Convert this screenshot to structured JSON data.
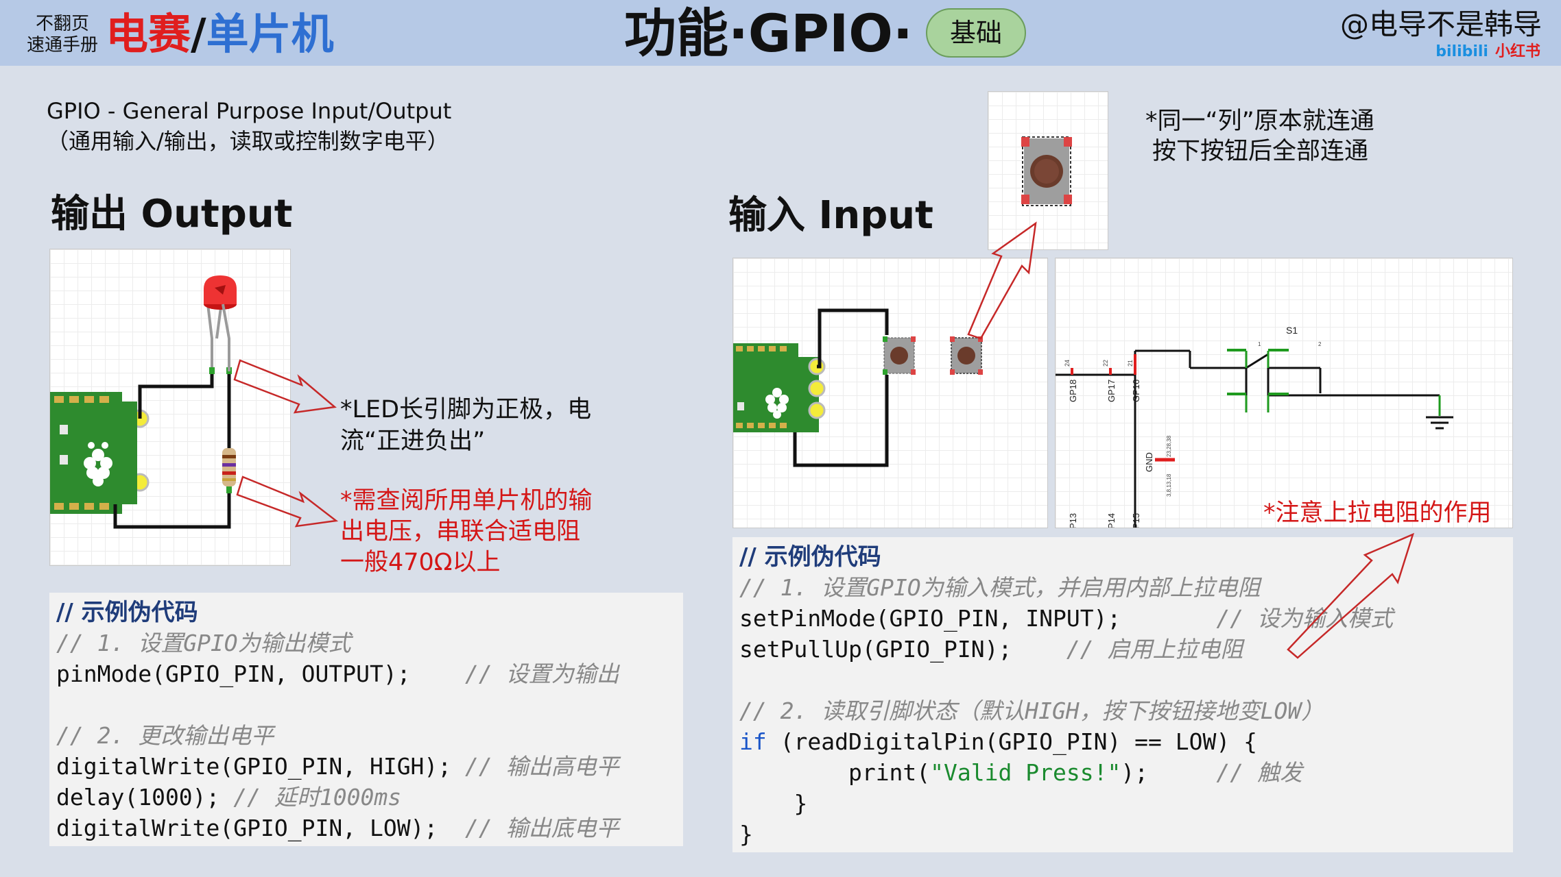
{
  "header": {
    "brand_small_1": "不翻页",
    "brand_small_2": "速通手册",
    "brand_part1": "电赛",
    "brand_sep": "/",
    "brand_part2": "单片机",
    "title": "功能·GPIO·",
    "level_badge": "基础",
    "author": "@电导不是韩导",
    "platform_1": "bilibili",
    "platform_2": "小红书"
  },
  "intro": {
    "gpio_def": "GPIO - General Purpose Input/Output",
    "gpio_def_cn": "（通用输入/输出，读取或控制数字电平）"
  },
  "output": {
    "title": "输出 Output",
    "note_led_1": "*LED长引脚为正极，电",
    "note_led_2": "流“正进负出”",
    "note_res_1": "*需查阅所用单片机的输",
    "note_res_2": "出电压，串联合适电阻",
    "note_res_3": "一般470Ω以上",
    "code": {
      "header": "// 示例伪代码",
      "c1": "// 1. 设置GPIO为输出模式",
      "l1": "pinMode(GPIO_PIN, OUTPUT);",
      "l1c": "// 设置为输出",
      "c2": "// 2. 更改输出电平",
      "l2": "digitalWrite(GPIO_PIN, HIGH);",
      "l2c": "// 输出高电平",
      "l3": "delay(1000);",
      "l3c": "// 延时1000ms",
      "l4": "digitalWrite(GPIO_PIN, LOW);",
      "l4c": "// 输出底电平"
    }
  },
  "input": {
    "title": "输入 Input",
    "note_btn_1": "*同一“列”原本就连通",
    "note_btn_2": "按下按钮后全部连通",
    "note_pullup": "*注意上拉电阻的作用",
    "schematic": {
      "switch_label": "S1",
      "pin_gp18": "GP18",
      "pin_gp17": "GP17",
      "pin_gp16": "GP16",
      "pin_num_24": "24",
      "pin_num_22": "22",
      "pin_num_21": "21",
      "pin_gnd": "GND",
      "pin_gnd_nums": "23,28,38",
      "pin_gnd_nums2": "3,8,13,18",
      "pin_p13": "P13",
      "pin_p14": "P14",
      "pin_p15": "P15",
      "sw_pin1": "1",
      "sw_pin2": "2"
    },
    "code": {
      "header": "// 示例伪代码",
      "c1": "// 1. 设置GPIO为输入模式，并启用内部上拉电阻",
      "l1": "setPinMode(GPIO_PIN, INPUT);",
      "l1c": "// 设为输入模式",
      "l2": "setPullUp(GPIO_PIN);",
      "l2c": "// 启用上拉电阻",
      "c2": "// 2. 读取引脚状态（默认HIGH，按下按钮接地变LOW）",
      "l3_kw": "if",
      "l3": " (readDigitalPin(GPIO_PIN) == LOW) {",
      "l4_pre": "print(",
      "l4_str": "\"Valid Press!\"",
      "l4_post": ");",
      "l4c": "// 触发",
      "l5": "}",
      "l6": "}"
    }
  },
  "colors": {
    "header_bg": "#b6c9e6",
    "page_bg": "#d9dfe9",
    "accent_red": "#d41616",
    "accent_blue": "#2e6fd2",
    "badge_green": "#a9d39d",
    "pcb_green": "#2e8b2e",
    "wire_green": "#1e9a1e"
  },
  "icons": {
    "led": "red-led",
    "resistor": "resistor",
    "board": "raspberry-pi-pico",
    "button": "tactile-button",
    "ground": "ground-symbol"
  }
}
